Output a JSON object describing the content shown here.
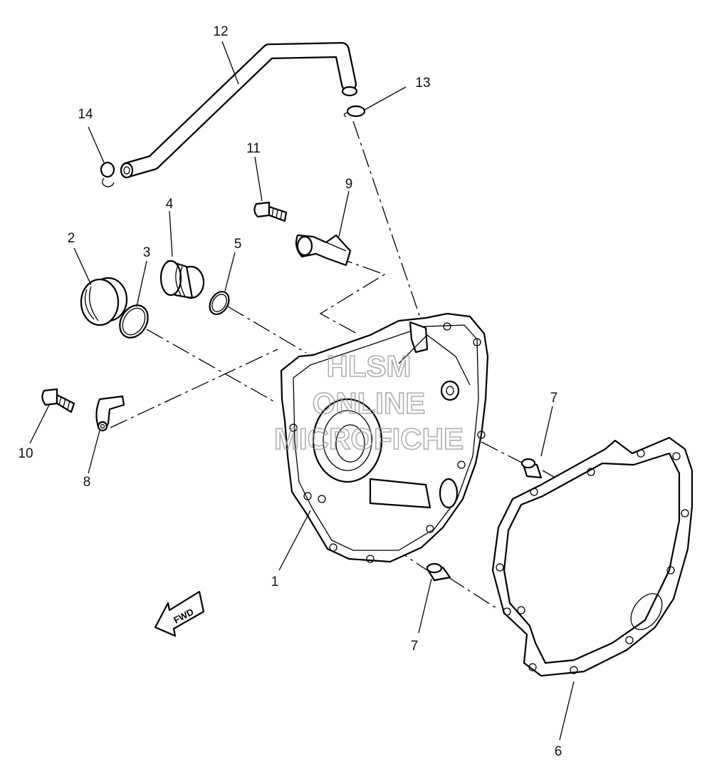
{
  "diagram": {
    "callouts": [
      {
        "id": "c12",
        "text": "12"
      },
      {
        "id": "c13",
        "text": "13"
      },
      {
        "id": "c14",
        "text": "14"
      },
      {
        "id": "c11",
        "text": "11"
      },
      {
        "id": "c9",
        "text": "9"
      },
      {
        "id": "c4",
        "text": "4"
      },
      {
        "id": "c2",
        "text": "2"
      },
      {
        "id": "c3",
        "text": "3"
      },
      {
        "id": "c5",
        "text": "5"
      },
      {
        "id": "c10",
        "text": "10"
      },
      {
        "id": "c8",
        "text": "8"
      },
      {
        "id": "c7a",
        "text": "7"
      },
      {
        "id": "c1",
        "text": "1"
      },
      {
        "id": "c7b",
        "text": "7"
      },
      {
        "id": "c6",
        "text": "6"
      }
    ],
    "fwd_label": "FWD",
    "watermark": [
      "HLSM",
      "ONLINE",
      "MICROFICHE"
    ]
  }
}
